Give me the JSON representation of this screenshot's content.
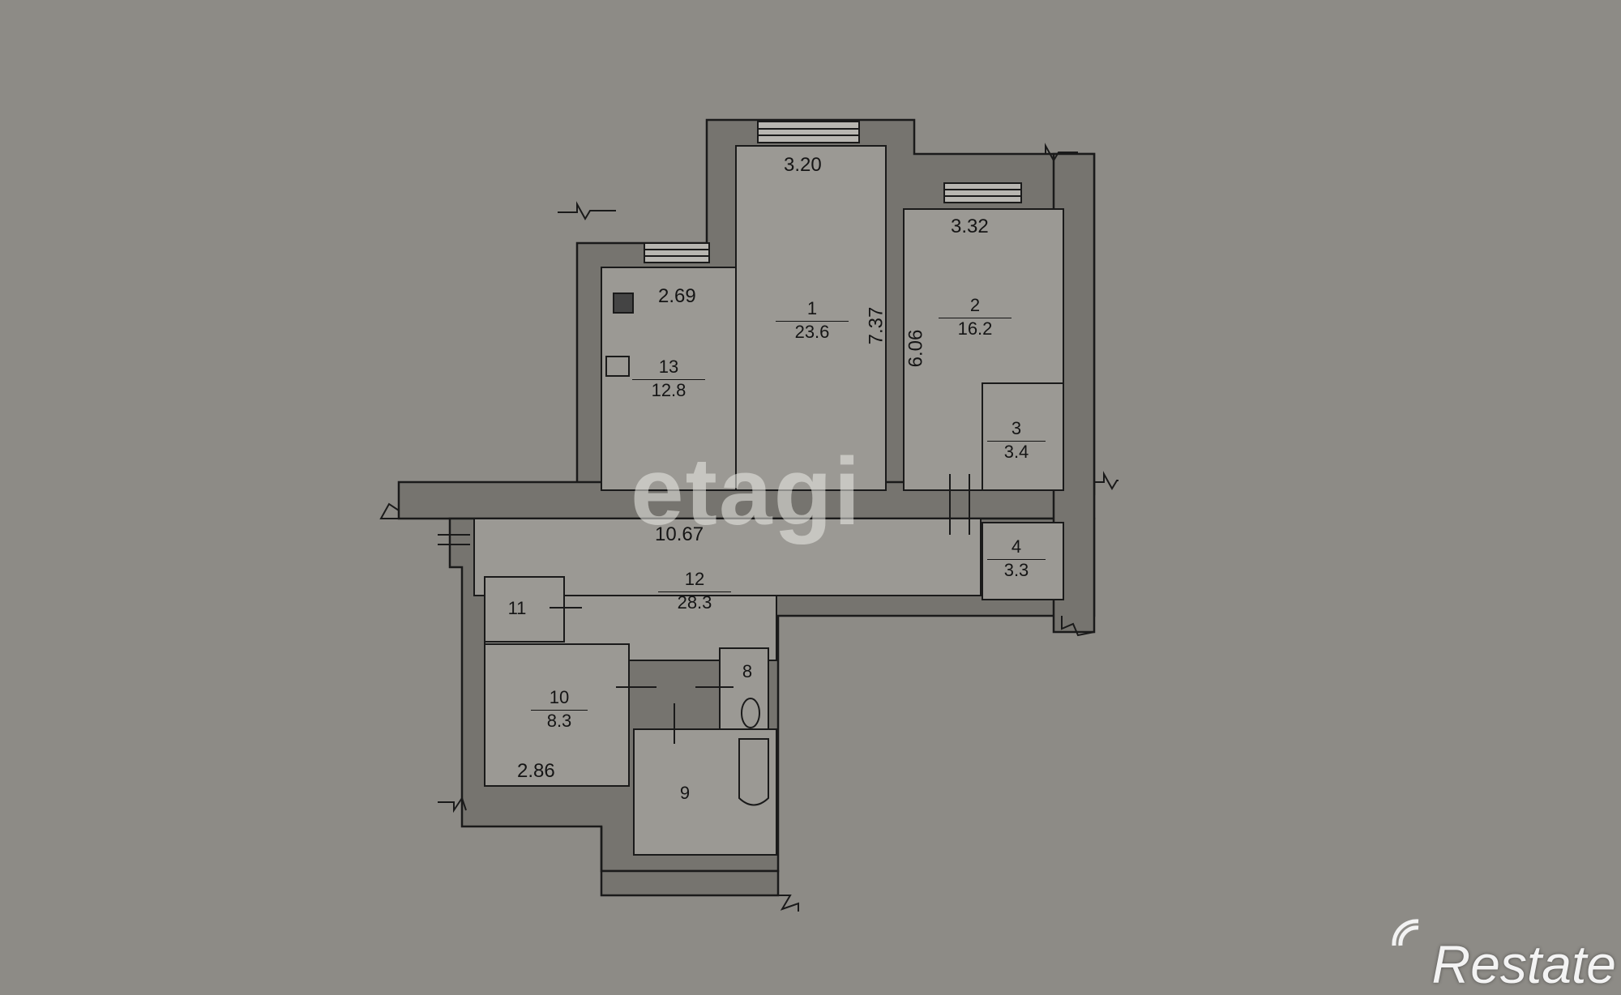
{
  "rooms": [
    {
      "num": "1",
      "area": "23.6"
    },
    {
      "num": "2",
      "area": "16.2"
    },
    {
      "num": "3",
      "area": "3.4"
    },
    {
      "num": "4",
      "area": "3.3"
    },
    {
      "num": "8",
      "area": ""
    },
    {
      "num": "9",
      "area": ""
    },
    {
      "num": "10",
      "area": "8.3"
    },
    {
      "num": "11",
      "area": ""
    },
    {
      "num": "12",
      "area": "28.3"
    },
    {
      "num": "13",
      "area": "12.8"
    }
  ],
  "dimensions": {
    "room1_width": "3.20",
    "room1_length": "7.37",
    "room2_width": "3.32",
    "room2_length": "6.06",
    "room13_width": "2.69",
    "room10_width": "2.86",
    "corridor_length": "10.67"
  },
  "watermark": "etagi",
  "brand": "Restate",
  "colors": {
    "background": "#8d8b86",
    "wall": "#6f6d69",
    "wall_outline": "#1a1a1a",
    "room_fill": "#9a9893"
  }
}
